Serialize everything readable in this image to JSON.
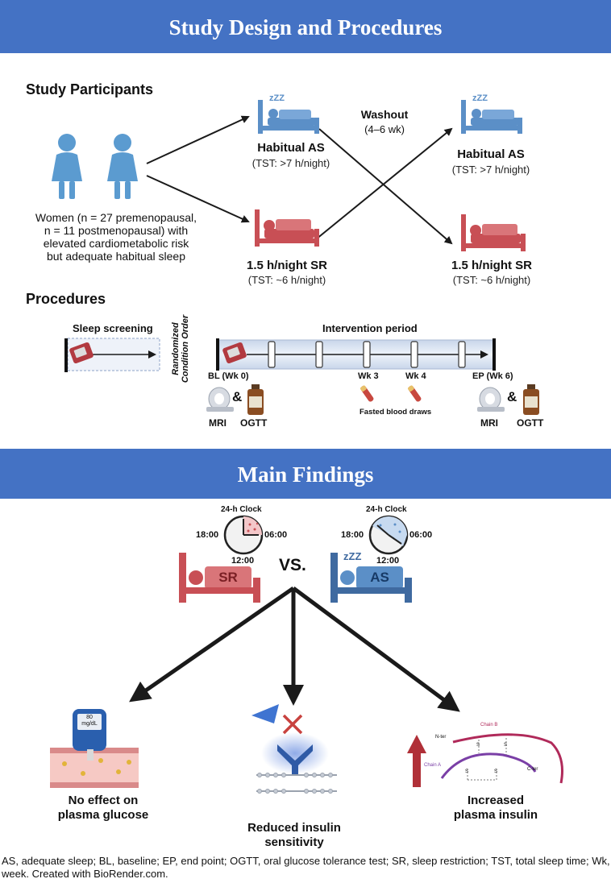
{
  "header": {
    "title": "Study Design and Procedures"
  },
  "participants": {
    "heading": "Study Participants",
    "description_lines": [
      "Women (n = 27 premenopausal,",
      "n = 11 postmenopausal) with",
      "elevated cardiometabolic risk",
      "but adequate habitual sleep"
    ]
  },
  "conditions": {
    "habitual_label": "Habitual AS",
    "habitual_tst": "(TST: >7 h/night)",
    "sr_label": "1.5 h/night SR",
    "sr_tst": "(TST: ~6 h/night)",
    "washout_label": "Washout",
    "washout_duration": "(4–6 wk)",
    "zzz": "zZZ"
  },
  "procedures": {
    "heading": "Procedures",
    "screening_label": "Sleep screening",
    "randomized_line1": "Randomized",
    "randomized_line2": "Condition Order",
    "intervention_label": "Intervention period",
    "bl_label": "BL (Wk 0)",
    "wk3_label": "Wk 3",
    "wk4_label": "Wk 4",
    "ep_label": "EP (Wk 6)",
    "fasted_label": "Fasted blood draws",
    "mri_label": "MRI",
    "ogtt_label": "OGTT",
    "amp": "&"
  },
  "findings": {
    "title": "Main Findings",
    "clock_label": "24-h Clock",
    "clock_left": "18:00",
    "clock_right": "06:00",
    "clock_bottom": "12:00",
    "sr_badge": "SR",
    "as_badge": "AS",
    "vs_label": "VS.",
    "glucose_line1": "No effect on",
    "glucose_line2": "plasma glucose",
    "meter_value": "80",
    "meter_unit": "mg/dL",
    "sensitivity_line1": "Reduced insulin",
    "sensitivity_line2": "sensitivity",
    "insulin_line1": "Increased",
    "insulin_line2": "plasma insulin",
    "chain_b": "Chain B",
    "chain_a": "Chain A",
    "n_ter": "N-ter",
    "c_ter": "C-ter",
    "s_letter": "S"
  },
  "caption": "AS, adequate sleep; BL, baseline; EP, end point; OGTT, oral glucose tolerance test; SR, sleep restriction; TST, total sleep time; Wk, week. Created with BioRender.com.",
  "colors": {
    "banner": "#4472c4",
    "as_blue": "#5b8fc7",
    "sr_red": "#c84f55",
    "arrow": "#1a1a1a"
  }
}
